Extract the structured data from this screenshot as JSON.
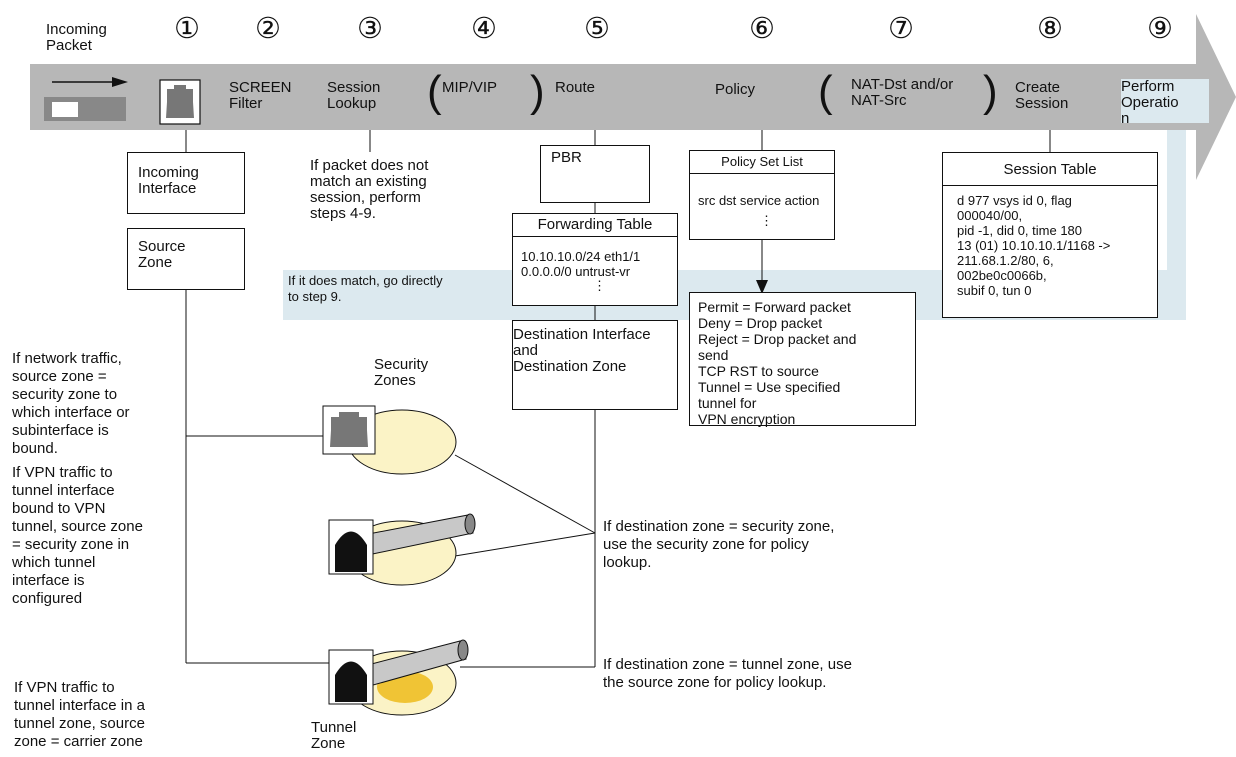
{
  "incoming_packet": "Incoming\nPacket",
  "steps": [
    {
      "num": "①",
      "label": "SCREEN\nFilter"
    },
    {
      "num": "②",
      "label": ""
    },
    {
      "num": "③",
      "label": "Session\nLookup"
    },
    {
      "num": "④",
      "label": "MIP/VIP"
    },
    {
      "num": "⑤",
      "label": "Route"
    },
    {
      "num": "⑥",
      "label": "Policy"
    },
    {
      "num": "⑦",
      "label": "NAT-Dst and/or\nNAT-Src"
    },
    {
      "num": "⑧",
      "label": "Create\nSession"
    },
    {
      "num": "⑨",
      "label": "Perform\nOperatio\nn"
    }
  ],
  "boxes": {
    "incoming_interface": "Incoming\nInterface",
    "source_zone": "Source\nZone",
    "pbr": "PBR",
    "forwarding_table_title": "Forwarding Table",
    "forwarding_table_rows": "10.10.10.0/24 eth1/1\n0.0.0.0/0 untrust-vr",
    "forwarding_table_ellipsis": "⋮",
    "destination": "Destination Interface\nand\nDestination Zone",
    "policy_set_title": "Policy Set List",
    "policy_set_cols": "src dst service action",
    "policy_set_ellipsis": "⋮",
    "actions": "Permit = Forward packet\nDeny = Drop packet\nReject = Drop packet and\nsend\nTCP RST to source\nTunnel = Use specified\ntunnel for\nVPN encryption",
    "session_table_title": "Session Table",
    "session_table_body": "d 977 vsys id 0, flag\n000040/00,\npid -1, did 0, time 180\n13 (01) 10.10.10.1/1168 ->\n211.68.1.2/80, 6,\n002be0c0066b,\nsubif 0, tun 0"
  },
  "notes": {
    "session_no_match": "If packet does not\nmatch an existing\nsession, perform\nsteps 4-9.",
    "session_match": "If it does match, go directly\nto step 9.",
    "security_zones": "Security\nZones",
    "tunnel_zone": "Tunnel\nZone",
    "network_traffic": "If network traffic,\nsource zone =\nsecurity zone to\nwhich interface or\nsubinterface is\nbound.",
    "vpn_traffic": "If VPN traffic to\ntunnel interface\nbound to VPN\ntunnel, source zone\n= security zone in\nwhich tunnel\ninterface is\nconfigured",
    "vpn_tunnel_zone": "If VPN traffic to\ntunnel interface in a\ntunnel zone, source\nzone = carrier zone",
    "dest_security": "If destination zone = security zone,\nuse the security zone for policy\nlookup.",
    "dest_tunnel": "If destination zone = tunnel zone, use\nthe source zone for policy lookup."
  }
}
